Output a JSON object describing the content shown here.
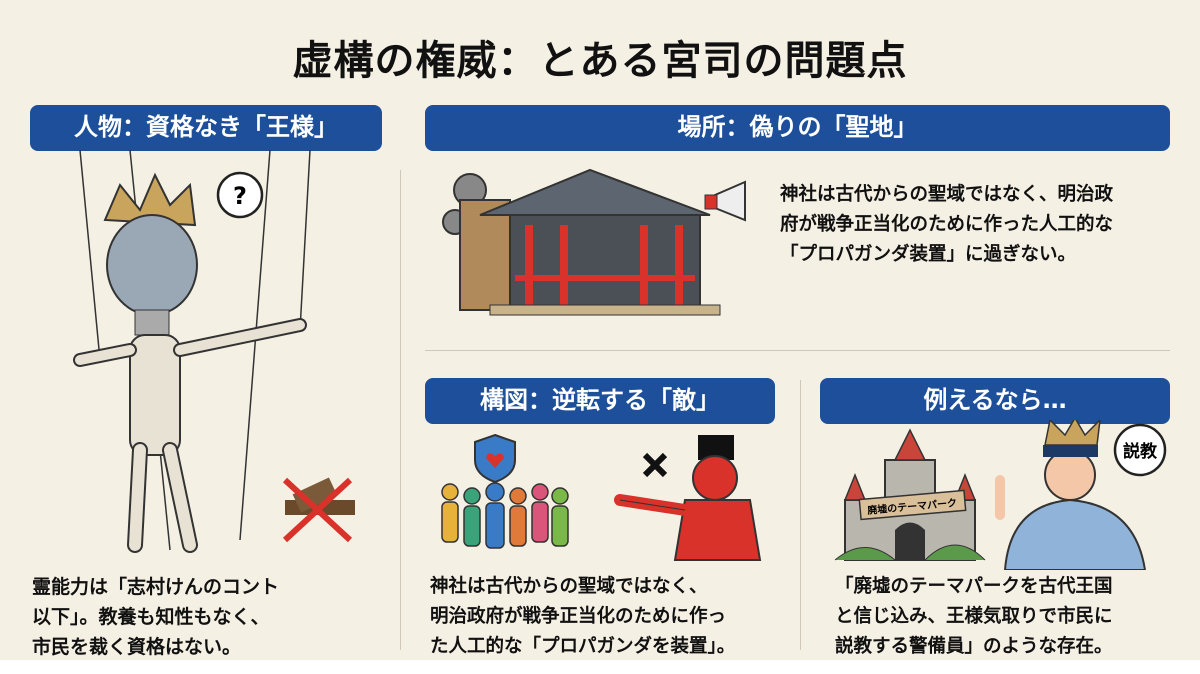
{
  "title": "虚構の権威：とある宮司の問題点",
  "sections": {
    "person": {
      "header": "人物：資格なき「王様」",
      "bubble": "?",
      "text": "霊能力は「志村けんのコント\n以下」。教養も知性もなく、\n市民を裁く資格はない。"
    },
    "place": {
      "header": "場所：偽りの「聖地」",
      "text": "神社は古代からの聖域ではなく、明治政\n府が戦争正当化のために作った人工的な\n「プロパガンダ装置」に過ぎない。"
    },
    "composition": {
      "header": "構図：逆転する「敵」",
      "text": "神社は古代からの聖域ではなく、\n明治政府が戦争正当化のために作っ\nた人工的な「プロパガンダを装置」。"
    },
    "analogy": {
      "header": "例えるなら…",
      "sign": "廃墟のテーマパーク",
      "bubble": "説教",
      "text": "「廃墟のテーマパークを古代王国\nと信じ込み、王様気取りで市民に\n説教する警備員」のような存在。"
    }
  },
  "colors": {
    "header_bg": "#1d4f9a",
    "background": "#f5f0e4",
    "accent_red": "#d9322b"
  }
}
